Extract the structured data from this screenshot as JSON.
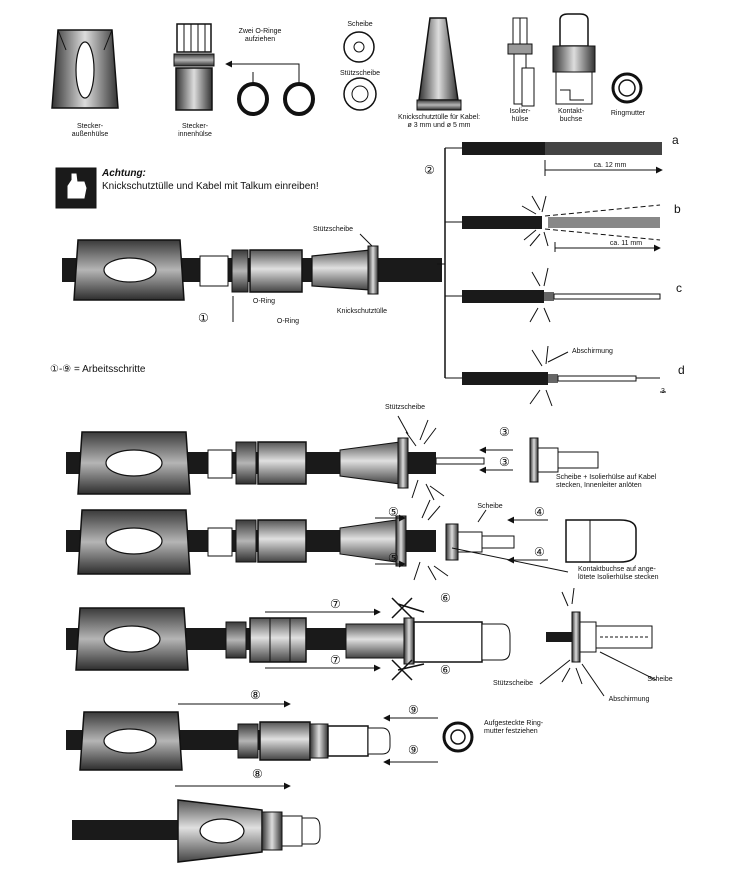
{
  "parts": {
    "outer_sleeve": "Stecker-\naußenhülse",
    "inner_sleeve": "Stecker-\ninnenhülse",
    "o_rings_note": "Zwei O-Ringe\naufziehen",
    "washer": "Scheibe",
    "support_washer": "Stützscheibe",
    "bend_relief": "Knickschutztülle für Kabel:\nø 3 mm und ø 5 mm",
    "insulating_sleeve": "Isolier-\nhülse",
    "contact_socket": "Kontakt-\nbuchse",
    "ring_nut": "Ringmutter"
  },
  "warning": {
    "title": "Achtung:",
    "text": "Knickschutztülle und Kabel mit Talkum einreiben!"
  },
  "cable_prep": {
    "step_number": "②",
    "letters": [
      "a",
      "b",
      "c",
      "d"
    ],
    "dim_a": "ca. 12 mm",
    "dim_b": "ca. 11 mm",
    "shield_label": "Abschirmung",
    "dim_d": "3"
  },
  "assembly1": {
    "step_number": "①",
    "support_washer": "Stützscheibe",
    "o_ring_1": "O-Ring",
    "o_ring_2": "O-Ring",
    "bend_relief": "Knickschutztülle"
  },
  "steps_legend": "①-⑨ = Arbeitsschritte",
  "assembly2": {
    "support_washer": "Stützscheibe",
    "step_a": "③",
    "step_b": "③",
    "note": "Scheibe + Isolierhülse auf Kabel\nstecken, Innenleiter anlöten"
  },
  "assembly3": {
    "washer": "Scheibe",
    "step_5a": "⑤",
    "step_5b": "⑤",
    "step_4a": "④",
    "step_4b": "④",
    "note": "Kontaktbuchse auf ange-\nlötete Isolierhülse stecken"
  },
  "assembly4": {
    "step_7a": "⑦",
    "step_7b": "⑦",
    "step_6a": "⑥",
    "step_6b": "⑥",
    "support_washer": "Stützscheibe",
    "washer": "Scheibe",
    "shield": "Abschirmung"
  },
  "assembly5": {
    "step_8": "⑧",
    "step_9a": "⑨",
    "step_9b": "⑨",
    "note": "Aufgesteckte Ring-\nmutter festziehen"
  },
  "assembly6": {
    "step_8": "⑧"
  }
}
